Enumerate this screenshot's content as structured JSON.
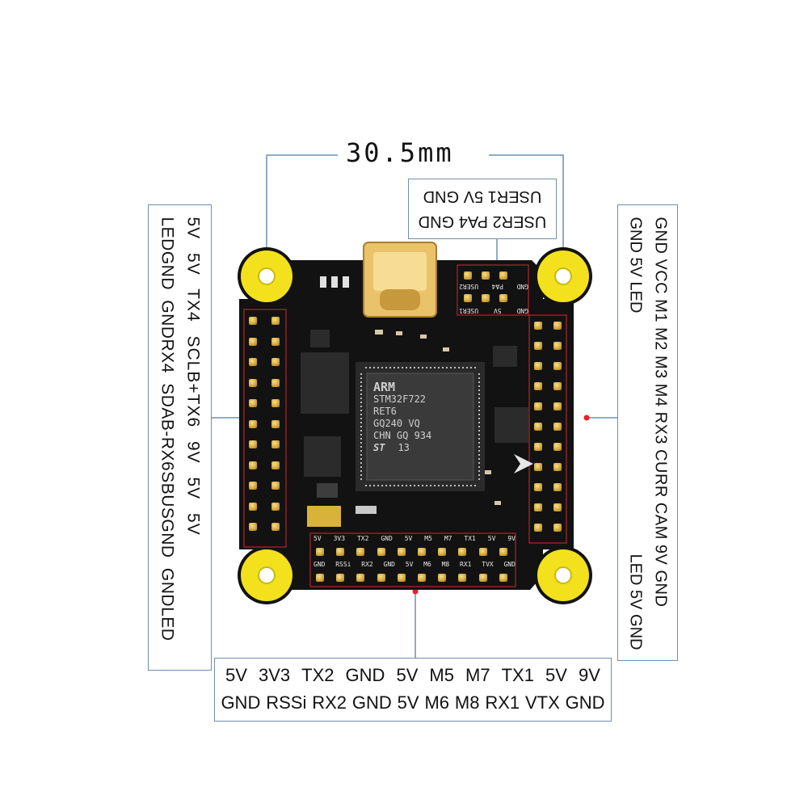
{
  "dimension": "30.5mm",
  "top_box": {
    "row1": "USER2 PA4 GND",
    "row2": "USER1 5V GND"
  },
  "left_box": {
    "col_outer": [
      "LED",
      "GND",
      "GND",
      "SDA",
      "B-",
      "RX6",
      "SBUS",
      "GND",
      "GND"
    ],
    "col_outer_text": "LEDGND GNDRX4 SDAB-RX6SBUSGND GNDLED",
    "col_inner_text": "5V 5V TX4 SCLB+TX6 9V 5V 5V"
  },
  "right_box": {
    "col_a_text": "GND VCC M1 M2 M3 M4 RX3 CURR CAM 9V GND",
    "col_b_text": "GND 5V LED LED 5V GND",
    "col_b_top": "GND 5V LED",
    "col_b_bottom": "LED 5V GND"
  },
  "bottom_box": {
    "row1": [
      "5V",
      "3V3",
      "TX2",
      "GND",
      "5V",
      "M5",
      "M7",
      "TX1",
      "5V",
      "9V"
    ],
    "row2": [
      "GND",
      "RSSi",
      "RX2",
      "GND",
      "5V",
      "M6",
      "M8",
      "RX1",
      "VTX",
      "GND"
    ]
  },
  "chip": {
    "brand": "ARM",
    "model": "STM32F722",
    "line3": "RET6",
    "line4": "GQ240 VQ",
    "line5": "CHN GQ 934",
    "logo": "ST",
    "code": "13"
  },
  "board_silk": {
    "top_header": [
      "GND",
      "PA4",
      "USER2",
      "GND",
      "5V",
      "USER1"
    ],
    "bottom_header_top": [
      "5V",
      "3V3",
      "TX2",
      "GND",
      "5V",
      "M5",
      "M7",
      "TX1",
      "5V",
      "9V"
    ],
    "bottom_header_bot": [
      "GND",
      "RSSi",
      "RX2",
      "GND",
      "5V",
      "M6",
      "M8",
      "RX1",
      "TVX",
      "GND"
    ]
  },
  "colors": {
    "pcb": "#111111",
    "mount_ring": "#f2e11c",
    "callout_line": "#6f8fb0",
    "marker": "#e8202a",
    "usb": "#e9c26a"
  },
  "icons": [
    "usb-c-connector",
    "arrow-logo-icon",
    "mount-hole-icon"
  ]
}
